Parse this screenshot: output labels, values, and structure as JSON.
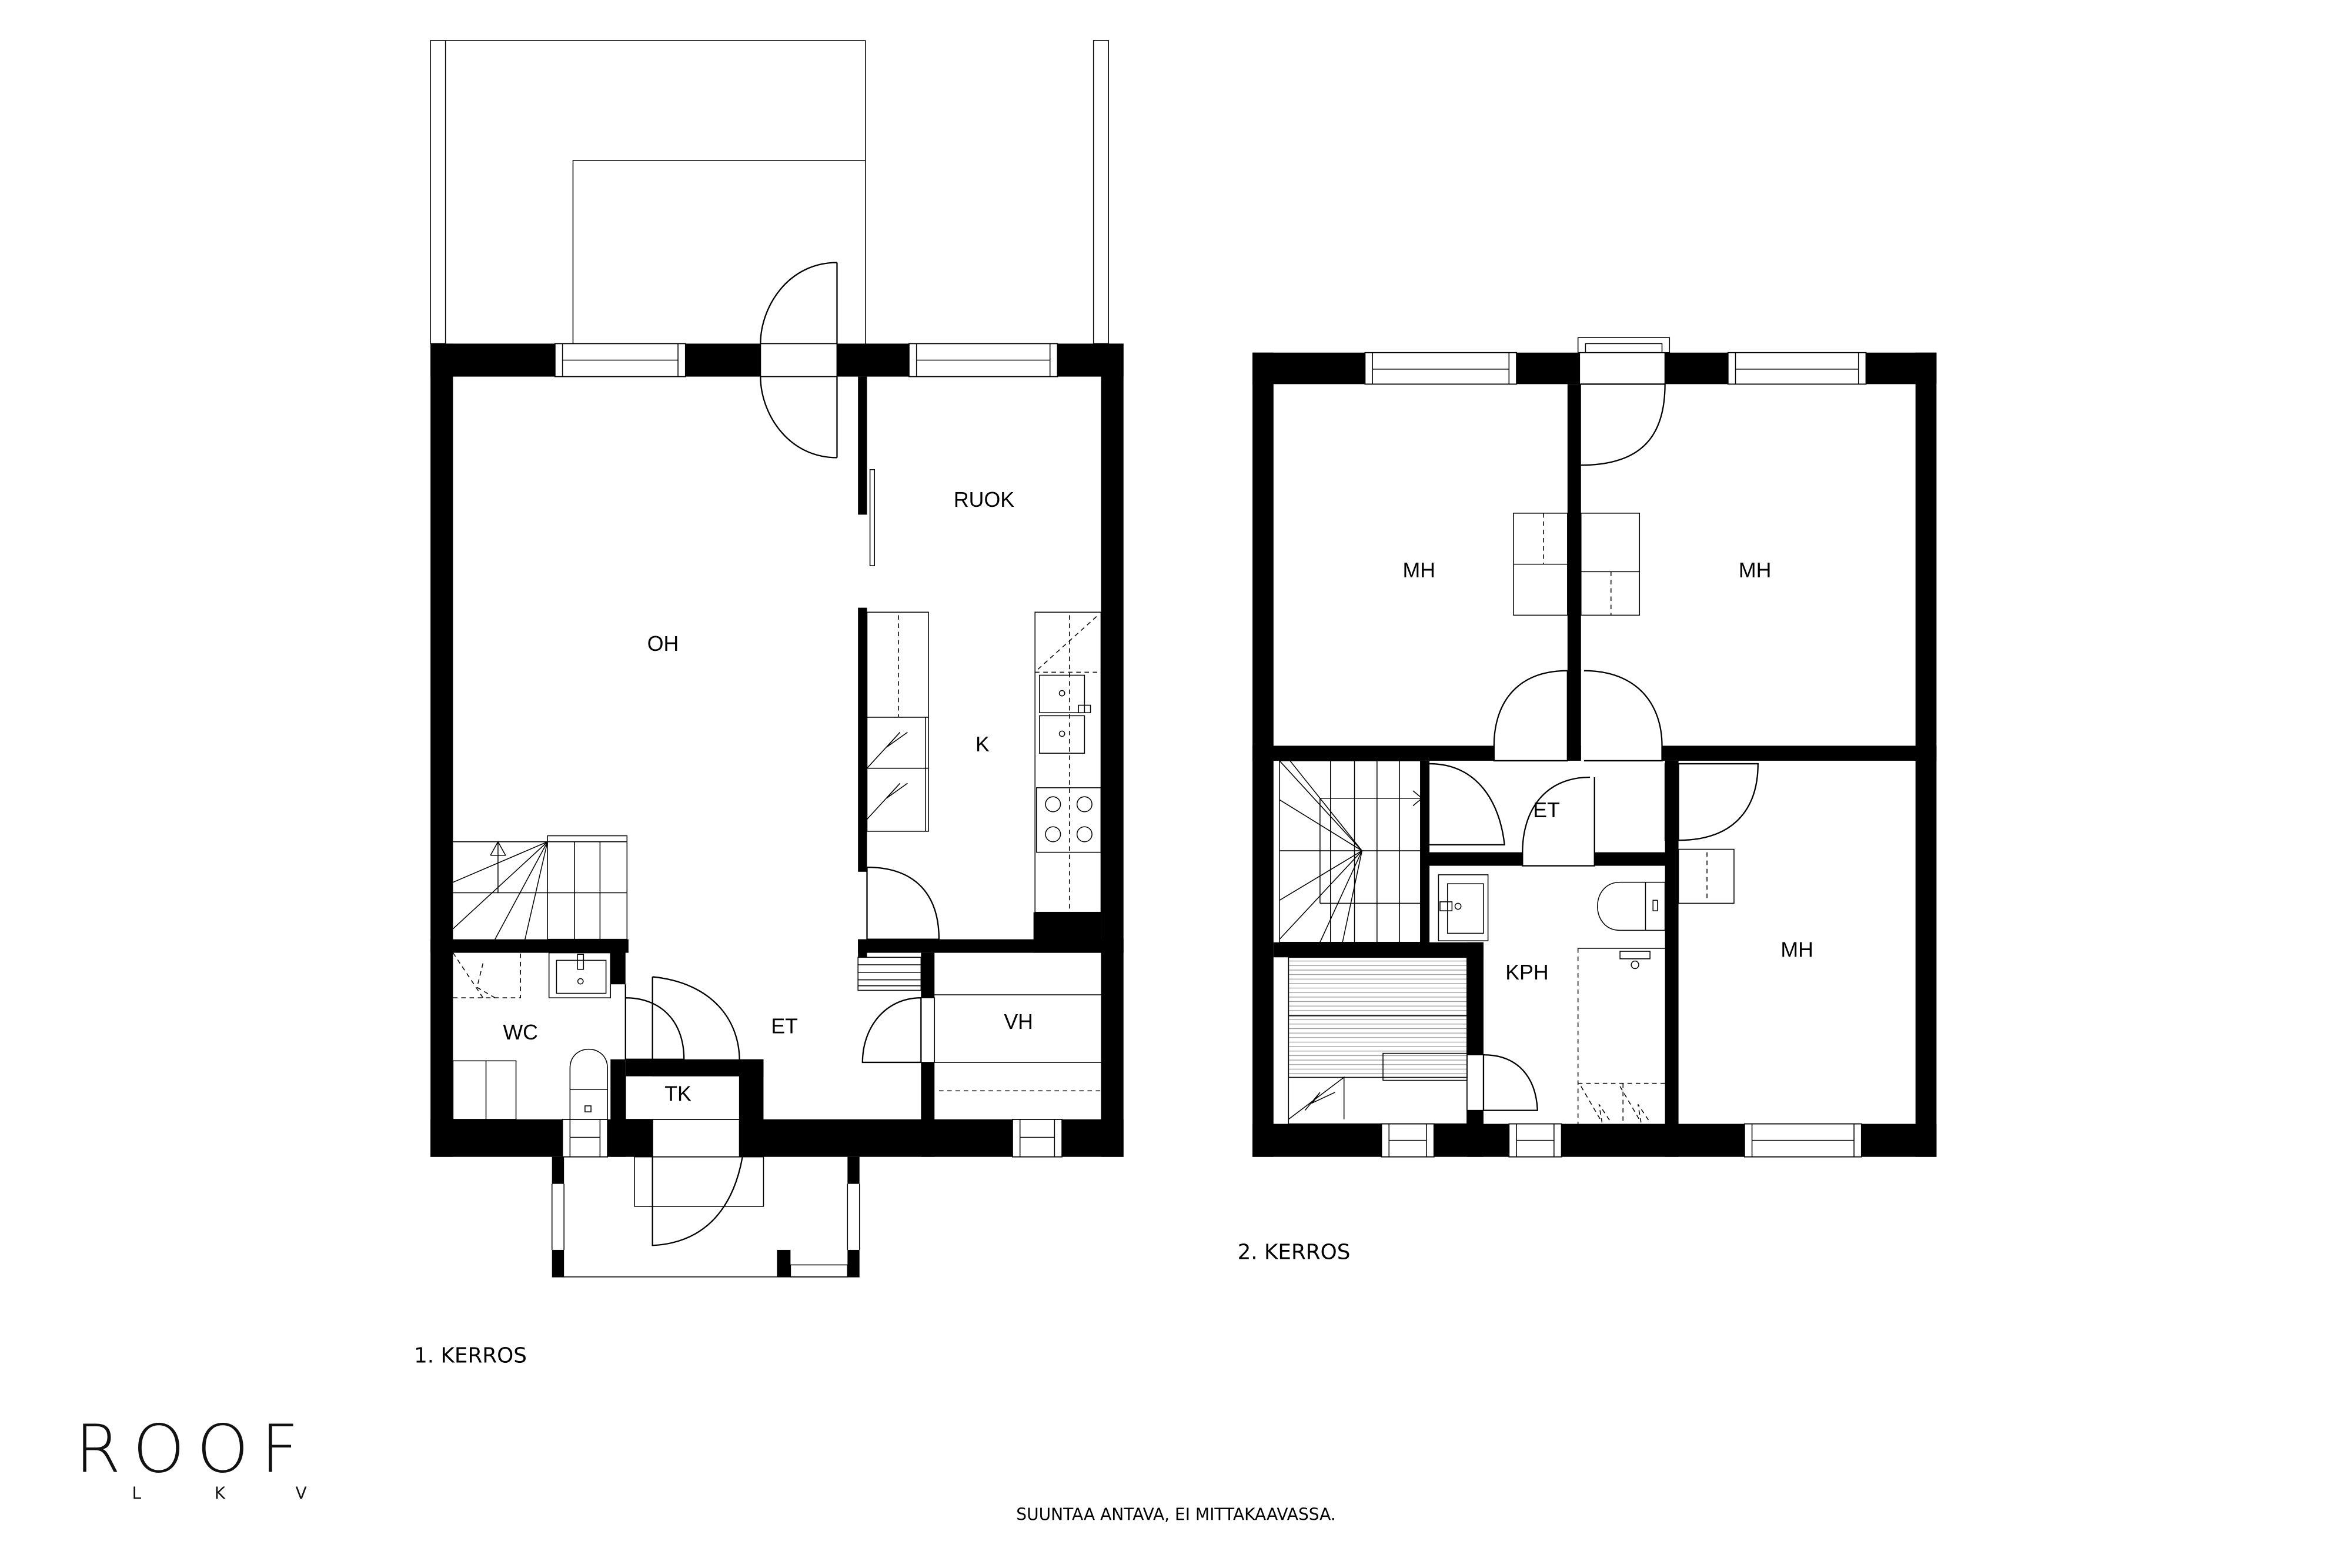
{
  "floors": [
    {
      "label": "1. KERROS",
      "rooms": {
        "oh": "OH",
        "ruok": "RUOK",
        "k": "K",
        "wc": "WC",
        "et": "ET",
        "tk": "TK",
        "vh": "VH"
      }
    },
    {
      "label": "2. KERROS",
      "rooms": {
        "mh1": "MH",
        "mh2": "MH",
        "mh3": "MH",
        "et": "ET",
        "kph": "KPH"
      }
    }
  ],
  "disclaimer": "SUUNTAA ANTAVA, EI MITTAKAAVASSA.",
  "logo": {
    "main": "ROOF",
    "sub_letters": [
      "L",
      "K",
      "V"
    ]
  },
  "colors": {
    "wall": "#000000",
    "background": "#ffffff"
  }
}
